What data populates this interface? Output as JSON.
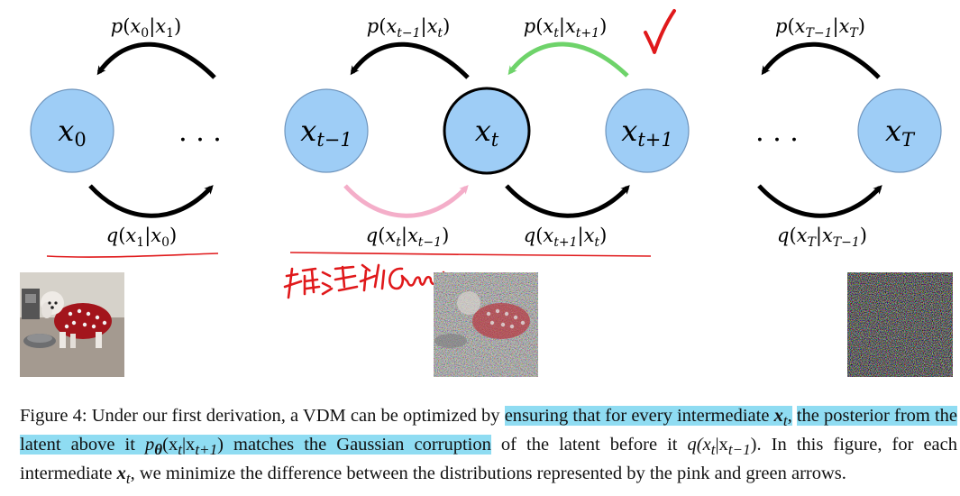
{
  "diagram": {
    "nodes": [
      {
        "id": "x0",
        "base": "x",
        "sub": "0"
      },
      {
        "id": "xtm1",
        "base": "x",
        "sub": "t−1"
      },
      {
        "id": "xt",
        "base": "x",
        "sub": "t"
      },
      {
        "id": "xtp1",
        "base": "x",
        "sub": "t+1"
      },
      {
        "id": "xT",
        "base": "x",
        "sub": "T"
      }
    ],
    "ellipsis": "· · ·",
    "top_labels": [
      {
        "fn": "p",
        "arg": "x",
        "arg_sub": "0",
        "cond": "x",
        "cond_sub": "1"
      },
      {
        "fn": "p",
        "arg": "x",
        "arg_sub": "t−1",
        "cond": "x",
        "cond_sub": "t"
      },
      {
        "fn": "p",
        "arg": "x",
        "arg_sub": "t",
        "cond": "x",
        "cond_sub": "t+1"
      },
      {
        "fn": "p",
        "arg": "x",
        "arg_sub": "T−1",
        "cond": "x",
        "cond_sub": "T"
      }
    ],
    "bottom_labels": [
      {
        "fn": "q",
        "arg": "x",
        "arg_sub": "1",
        "cond": "x",
        "cond_sub": "0"
      },
      {
        "fn": "q",
        "arg": "x",
        "arg_sub": "t",
        "cond": "x",
        "cond_sub": "t−1"
      },
      {
        "fn": "q",
        "arg": "x",
        "arg_sub": "t+1",
        "cond": "x",
        "cond_sub": "t"
      },
      {
        "fn": "q",
        "arg": "x",
        "arg_sub": "T",
        "cond": "x",
        "cond_sub": "T−1"
      }
    ],
    "colors": {
      "node_fill": "#9ecdf6",
      "arrow_black": "#000000",
      "arrow_green": "#6ed36a",
      "arrow_pink": "#f4aec9",
      "annotation_red": "#e0191b"
    }
  },
  "annotations": {
    "handwritten_note": "确定为Gaussian",
    "checkmark": "✓"
  },
  "images": [
    {
      "id": "clean-dog"
    },
    {
      "id": "noisy-dog"
    },
    {
      "id": "pure-noise"
    }
  ],
  "caption": {
    "prefix": "Figure 4: Under our first derivation, a VDM can be optimized by ",
    "highlight1": "ensuring that for every intermediate ",
    "hl_sym1": "x",
    "hl_sym1_sub": "t",
    "hl_comma": ",",
    "highlight2": "the posterior from the latent above it ",
    "hl_expr": "p",
    "hl_expr_sub": "θ",
    "hl_expr_arg": "(x",
    "hl_expr_arg_sub": "t",
    "hl_expr_bar": "|x",
    "hl_expr_bar_sub": "t+1",
    "hl_expr_close": ")",
    "highlight3": " matches the Gaussian corruption",
    "middle": " of the latent before it ",
    "q_expr": "q(x",
    "q_sub1": "t",
    "q_bar": "|x",
    "q_sub2": "t−1",
    "q_close": ").",
    "suffix1": "  In this figure, for each intermediate ",
    "sym2": "x",
    "sym2_sub": "t",
    "suffix2": ", we minimize the difference between the distributions represented by the pink and green arrows."
  }
}
